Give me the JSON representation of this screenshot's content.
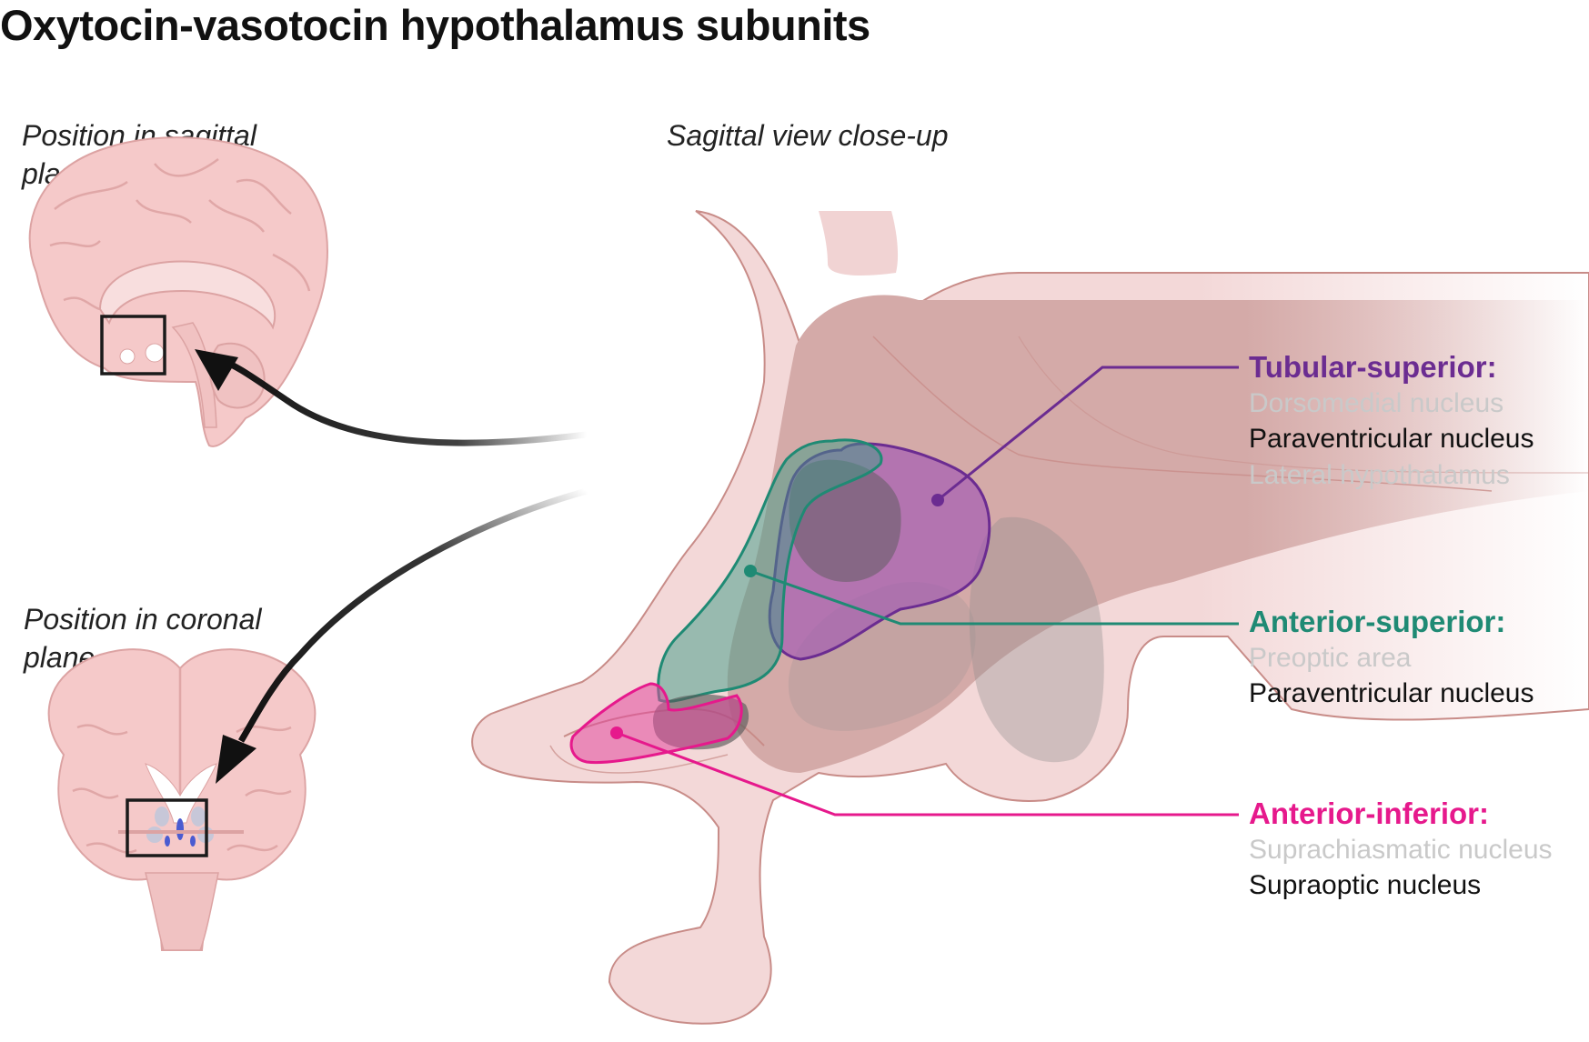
{
  "title": "Oxytocin-vasotocin hypothalamus subunits",
  "captions": {
    "sagittal": "Position in sagittal plane",
    "coronal": "Position in coronal plane",
    "closeup": "Sagittal view close-up"
  },
  "subunits": [
    {
      "key": "tubular",
      "heading": "Tubular-superior:",
      "color": "#6b2c91",
      "regions": [
        {
          "text": "Dorsomedial nucleus",
          "emphasis": false
        },
        {
          "text": "Paraventricular nucleus",
          "emphasis": true
        },
        {
          "text": "Lateral hypothalamus",
          "emphasis": false
        }
      ]
    },
    {
      "key": "anterior-superior",
      "heading": "Anterior-superior:",
      "color": "#1f8a74",
      "regions": [
        {
          "text": "Preoptic area",
          "emphasis": false
        },
        {
          "text": "Paraventricular nucleus",
          "emphasis": true
        }
      ]
    },
    {
      "key": "anterior-inferior",
      "heading": "Anterior-inferior:",
      "color": "#e6198c",
      "regions": [
        {
          "text": "Suprachiasmatic nucleus",
          "emphasis": false
        },
        {
          "text": "Supraoptic nucleus",
          "emphasis": true
        }
      ]
    }
  ],
  "colors": {
    "tissue": "#f3d8d8",
    "tissue_dark": "#d4a9a7",
    "outline": "#c88c88",
    "grey_region": "#8c8c8c",
    "arrow": "#111111"
  }
}
